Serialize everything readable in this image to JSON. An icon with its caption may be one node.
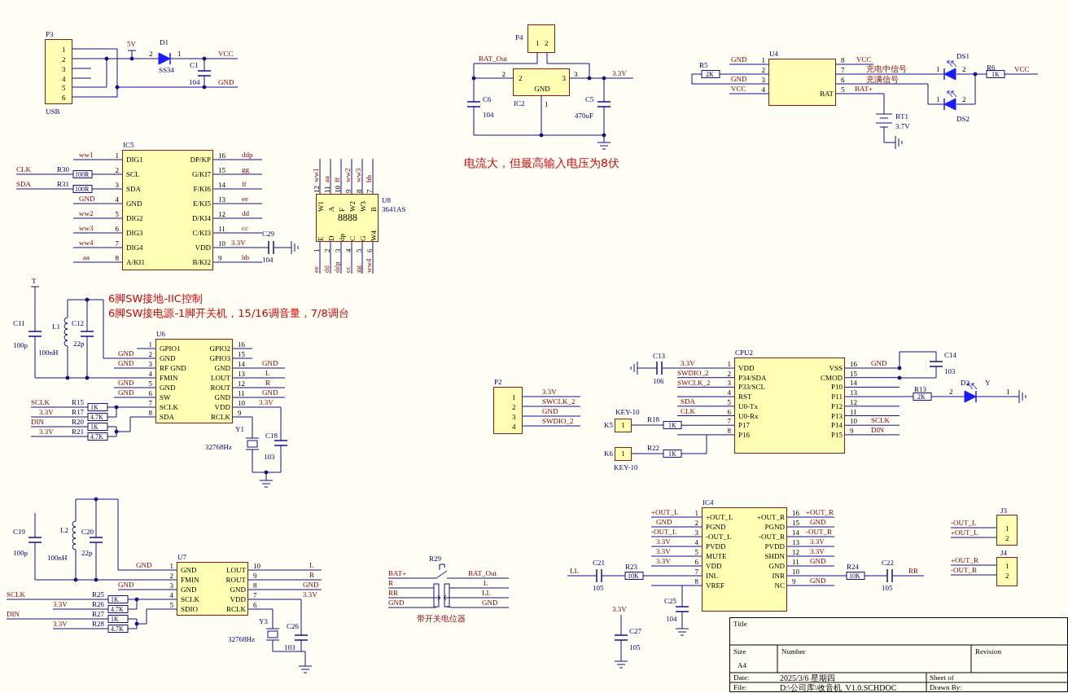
{
  "diagram": {
    "nodes": [
      {
        "text": [
          "P3",
          "1",
          "2",
          "3",
          "4",
          "5",
          "6"
        ],
        "beside": [
          "USB"
        ]
      },
      {
        "text": [
          "P4",
          "1",
          "2"
        ]
      },
      {
        "text": [
          "IC2",
          "2",
          "3",
          "GND"
        ],
        "beside": [
          "2",
          "3",
          "1"
        ]
      },
      {
        "text": [
          "U4",
          "BAT"
        ],
        "beside": [
          "1",
          "2",
          "3",
          "4",
          "8",
          "7",
          "6",
          "5"
        ]
      },
      {
        "text": [
          "IC5",
          "DIG1",
          "SCL",
          "SDA",
          "GND",
          "DIG2",
          "DIG3",
          "DIG4",
          "A/KI1",
          "DP/KP",
          "G/KI7",
          "F/KI6",
          "E/KI5",
          "D/KI4",
          "C/KI3",
          "VDD",
          "B/KI2"
        ],
        "beside": [
          "1",
          "2",
          "3",
          "4",
          "5",
          "6",
          "7",
          "8",
          "16",
          "15",
          "14",
          "13",
          "12",
          "11",
          "10",
          "9"
        ]
      },
      {
        "text": [
          "U8",
          "W1",
          "A",
          "F",
          "W2",
          "W3",
          "B",
          "8888",
          "E",
          "D",
          "dp",
          "C",
          "G",
          "W4"
        ],
        "beside": [
          "3641AS",
          "12",
          "11",
          "10",
          "9",
          "8",
          "7",
          "1",
          "2",
          "3",
          "4",
          "5",
          "6"
        ]
      },
      {
        "text": [
          "U6",
          "GPIO1",
          "GND",
          "RF GND",
          "FMIN",
          "GND",
          "SW",
          "SCLK",
          "SDA",
          "GPIO2",
          "GPIO3",
          "GND",
          "LOUT",
          "ROUT",
          "GND",
          "VDD",
          "RCLK"
        ],
        "beside": [
          "1",
          "2",
          "3",
          "4",
          "5",
          "6",
          "7",
          "8",
          "16",
          "15",
          "14",
          "13",
          "12",
          "11",
          "10",
          "9"
        ]
      },
      {
        "text": [
          "P2",
          "1",
          "2",
          "3",
          "4"
        ]
      },
      {
        "text": [
          "CPU2",
          "VDD",
          "P34/SDA",
          "P33/SCL",
          "RST",
          "U0-Tx",
          "U0-Rx",
          "P17",
          "P16",
          "VSS",
          "CMOD",
          "P10",
          "P11",
          "P12",
          "P13",
          "P14",
          "P15"
        ],
        "beside": [
          "1",
          "2",
          "3",
          "4",
          "5",
          "6",
          "7",
          "8",
          "16",
          "15",
          "14",
          "13",
          "12",
          "11",
          "10",
          "9"
        ]
      },
      {
        "text": [
          "K5",
          "1"
        ],
        "beside": [
          "KEY-10"
        ]
      },
      {
        "text": [
          "K6",
          "1"
        ],
        "beside": [
          "KEY-10"
        ]
      },
      {
        "text": [
          "U7",
          "GND",
          "FMIN",
          "GND",
          "SCLK",
          "SDIO",
          "LOUT",
          "ROUT",
          "GND",
          "VDD",
          "RCLK"
        ],
        "beside": [
          "1",
          "2",
          "3",
          "4",
          "5",
          "10",
          "9",
          "8",
          "7",
          "6"
        ]
      },
      {
        "text": [
          "IC4",
          "+OUT_L",
          "PGND",
          "-OUT_L",
          "PVDD",
          "MUTE",
          "VDD",
          "INL",
          "VREF",
          "+OUT_R",
          "PGND",
          "-OUT_R",
          "PVDD",
          "SHDN",
          "GND",
          "INR",
          "NC"
        ],
        "beside": [
          "1",
          "2",
          "3",
          "4",
          "5",
          "6",
          "7",
          "8",
          "16",
          "15",
          "14",
          "13",
          "12",
          "11",
          "10",
          "9"
        ]
      },
      {
        "text": [
          "J3",
          "1",
          "2"
        ]
      },
      {
        "text": [
          "J4",
          "1",
          "2"
        ]
      }
    ],
    "edges": [
      {
        "from": 1,
        "to": 2,
        "arrow": "none"
      },
      {
        "from": 1,
        "to": 2,
        "arrow": "none"
      }
    ],
    "labels": [
      "5V",
      "D1",
      "2",
      "1",
      "SS34",
      "C1",
      "104",
      "VCC",
      "GND",
      "BAT_Out",
      "C6",
      "104",
      "C5",
      "470uF",
      "3.3V",
      "电流大，但最高输入电压为8伏",
      "R5",
      "2K",
      "GND",
      "GND",
      "VCC",
      "VCC",
      "充电中信号",
      "充满信号",
      "BAT+",
      "BT1",
      "3.7V",
      "DS1",
      "1",
      "2",
      "1",
      "2",
      "DS2",
      "R6",
      "1K",
      "VCC",
      "ww1",
      "CLK",
      "R30",
      "100R",
      "SDA",
      "R31",
      "100R",
      "GND",
      "ww2",
      "ww3",
      "ww4",
      "aa",
      "ddp",
      "gg",
      "ff",
      "ee",
      "dd",
      "cc",
      "3.3V",
      "hb",
      "C29",
      "104",
      "ww1",
      "aa",
      "ff",
      "ww2",
      "ww3",
      "bb",
      "ee",
      "dd",
      "ddp",
      "cc",
      "gg",
      "ww4",
      "T",
      "C11",
      "100p",
      "L1",
      "100nH",
      "C12",
      "22p",
      "6脚SW接地-IIC控制",
      "6脚SW接电源-1脚开关机，15/16调音量，7/8调台",
      "GND",
      "GND",
      "GND",
      "GND",
      "SCLK",
      "R15",
      "1K",
      "3.3V",
      "R17",
      "4.7K",
      "DIN",
      "R20",
      "1K",
      "3.3V",
      "R21",
      "4.7K",
      "GND",
      "L",
      "R",
      "GND",
      "3.3V",
      "Y1",
      "32768Hz",
      "C18",
      "103",
      "3.3V",
      "SWCLK_2",
      "GND",
      "SWDIO_2",
      "C13",
      "106",
      "3.3V",
      "SWDIO_2",
      "SWCLK_2",
      "SDA",
      "CLK",
      "R18",
      "1K",
      "R22",
      "1K",
      "GND",
      "C14",
      "103",
      "R13",
      "2K",
      "2",
      "D2",
      "Y",
      "1",
      "SCLK",
      "DIN",
      "C19",
      "100p",
      "L2",
      "100nH",
      "C20",
      "22p",
      "GND",
      "GND",
      "SCLK",
      "DIN",
      "3.3V",
      "R25",
      "1K",
      "R26",
      "4.7K",
      "R27",
      "1K",
      "3.3V",
      "R28",
      "4.7K",
      "L",
      "R",
      "GND",
      "3.3V",
      "Y3",
      "32768Hz",
      "C26",
      "103",
      "R29",
      "BAT+",
      "R",
      "RR",
      "GND",
      "BAT_Out",
      "L",
      "LL",
      "GND",
      "带开关电位器",
      "+OUT_L",
      "GND",
      "-OUT_L",
      "3.3V",
      "3.3V",
      "3.3V",
      "+OUT_R",
      "GND",
      "-OUT_R",
      "3.3V",
      "3.3V",
      "GND",
      "GND",
      "LL",
      "C21",
      "105",
      "R23",
      "10K",
      "C25",
      "104",
      "R24",
      "10K",
      "C22",
      "105",
      "RR",
      "3.3V",
      "C27",
      "105",
      "-OUT_L",
      "+OUT_L",
      "+OUT_R",
      "-OUT_R",
      "Title",
      "Size",
      "A4",
      "Number",
      "Revision",
      "Date:",
      "2025/3/6 星期四",
      "Sheet of",
      "File:",
      "D:\\公司库\\收音机_V1.0.SCHDOC",
      "Drawn By:"
    ]
  }
}
